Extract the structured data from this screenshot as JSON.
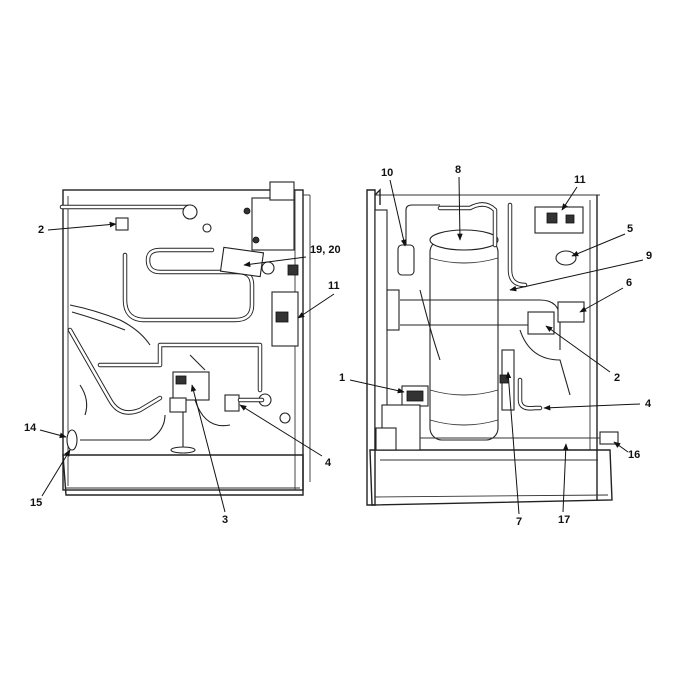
{
  "callouts": {
    "left": {
      "c2": "2",
      "c19_20": "19, 20",
      "c11": "11",
      "c14": "14",
      "c15": "15",
      "c3": "3",
      "c4": "4"
    },
    "right": {
      "c10": "10",
      "c8": "8",
      "c11": "11",
      "c5": "5",
      "c9": "9",
      "c6": "6",
      "c2": "2",
      "c1": "1",
      "c4": "4",
      "c16": "16",
      "c7": "7",
      "c17": "17"
    }
  }
}
